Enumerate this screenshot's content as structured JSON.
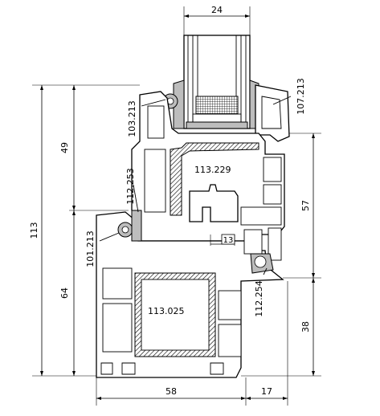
{
  "drawing": {
    "dimensions": {
      "glass_width": "24",
      "total_height": "113",
      "upper_height": "49",
      "lower_height": "64",
      "sash_overlap": "57",
      "bottom_height": "38",
      "frame_depth": "58",
      "offset": "17",
      "small_box": "13"
    },
    "part_numbers": {
      "gasket_top_left": "103.213",
      "gasket_top_right": "107.213",
      "sash_profile": "113.229",
      "sash_gasket": "112.253",
      "frame_gasket": "101.213",
      "frame_profile": "113.025",
      "frame_seal": "112.254"
    }
  }
}
